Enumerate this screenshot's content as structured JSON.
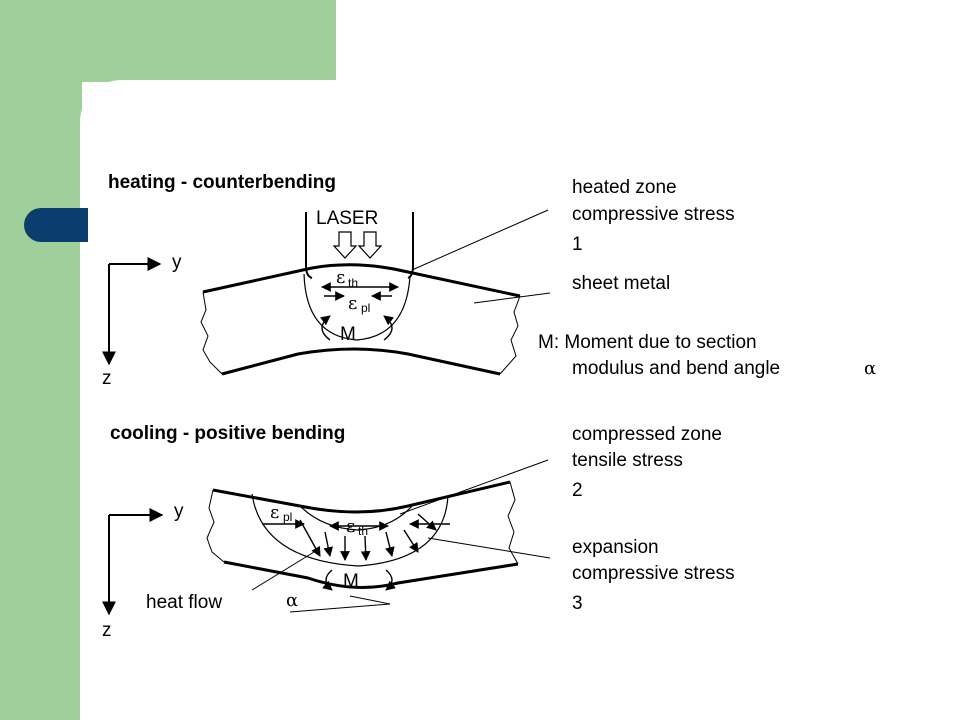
{
  "top": {
    "title": "heating - counterbending",
    "laser": "LASER",
    "eps_th": "ε",
    "eps_th_sub": "th",
    "eps_pl": "ε",
    "eps_pl_sub": "pl",
    "moment": "M",
    "axis_y": "y",
    "axis_z": "z",
    "label_heated_zone": "heated zone",
    "label_heated_stress": "compressive stress",
    "label_heated_num": "1",
    "label_sheet_metal": "sheet metal",
    "label_m_line1": "M: Moment  due to section",
    "label_m_line2": "modulus and bend angle",
    "alpha": "α"
  },
  "bottom": {
    "title": "cooling - positive bending",
    "eps_pl": "ε",
    "eps_pl_sub": "pl",
    "eps_th": "ε",
    "eps_th_sub": "th",
    "moment": "M",
    "axis_y": "y",
    "axis_z": "z",
    "heat_flow": "heat flow",
    "alpha": "α",
    "label_compressed_zone": "compressed zone",
    "label_tensile_stress": "tensile stress",
    "label_compressed_num": "2",
    "label_expansion": "expansion",
    "label_expansion_stress": "compressive stress",
    "label_expansion_num": "3"
  },
  "colors": {
    "accent_green": "#9fcf9b",
    "bullet_navy": "#0b3d6e"
  }
}
